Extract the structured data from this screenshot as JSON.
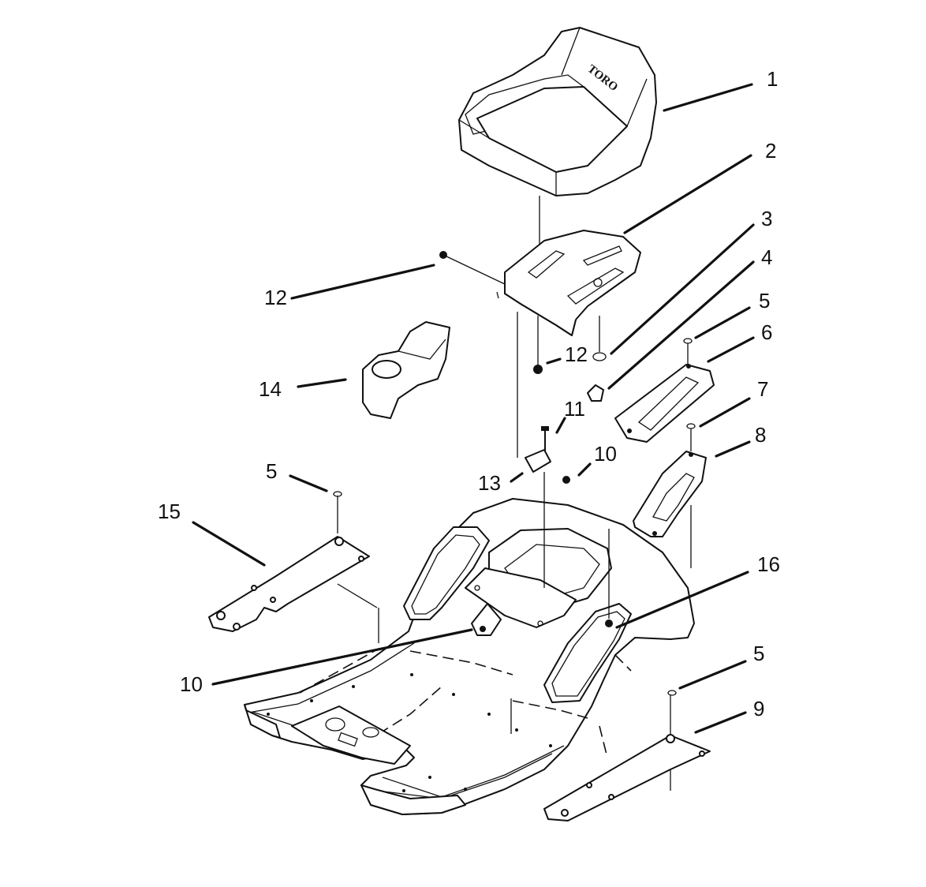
{
  "logo_text": "TORO",
  "callouts": [
    "1",
    "2",
    "3",
    "4",
    "5",
    "6",
    "7",
    "8",
    "9",
    "10",
    "11",
    "12",
    "13",
    "14",
    "15",
    "16"
  ]
}
